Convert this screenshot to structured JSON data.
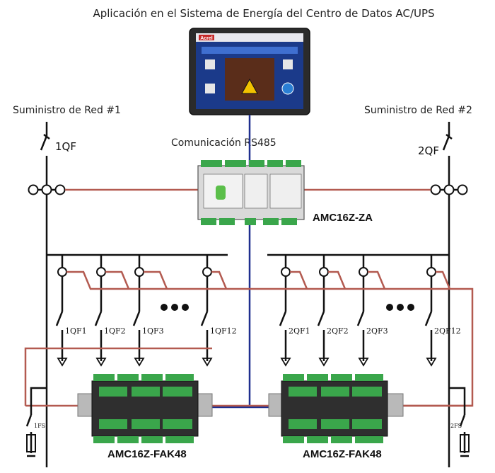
{
  "title": "Aplicación en el Sistema de Energía del Centro de Datos AC/UPS",
  "supply_left": "Suministro de Red #1",
  "supply_right": "Suministro de Red #2",
  "comm_label": "Comunicación RS485",
  "main_breaker_left": "1QF",
  "main_breaker_right": "2QF",
  "module_center": "AMC16Z-ZA",
  "module_left": "AMC16Z-FAK48",
  "module_right": "AMC16Z-FAK48",
  "feeders_left": [
    "1QF1",
    "1QF2",
    "1QF3",
    "1QF12"
  ],
  "feeders_right": [
    "2QF1",
    "2QF2",
    "2QF3",
    "2QF12"
  ],
  "fuse_left": "1FS",
  "fuse_right": "2FS",
  "hmi_brand": "Acrel",
  "colors": {
    "bus": "#111111",
    "signal": "#b35a50",
    "comm": "#1f2f8f",
    "module_green": "#3aa64b"
  }
}
